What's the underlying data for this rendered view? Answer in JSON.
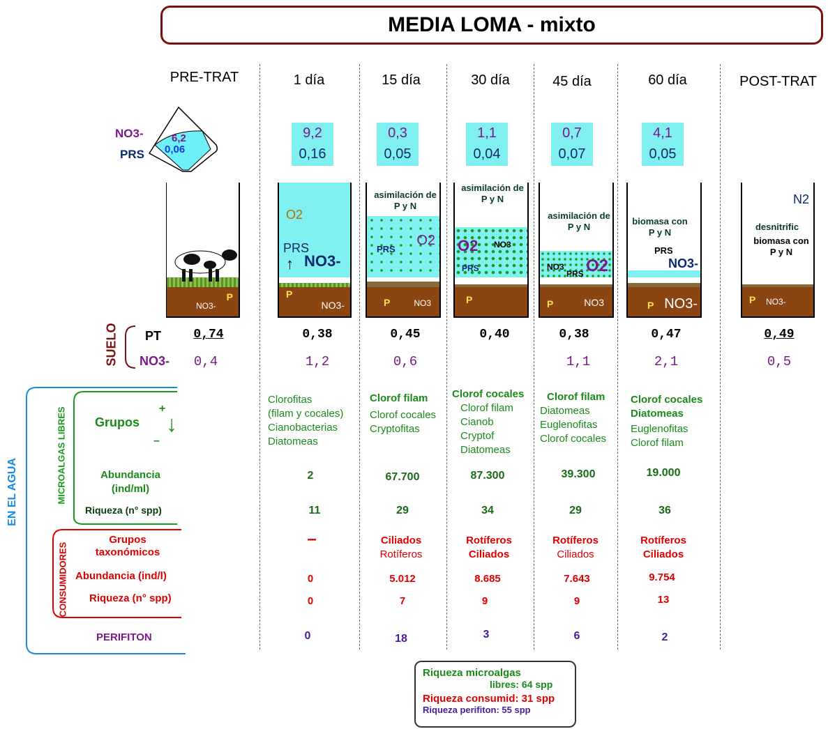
{
  "title": "MEDIA LOMA - mixto",
  "columns": [
    "PRE-TRAT",
    "1 día",
    "15 día",
    "30 día",
    "45 día",
    "60 día",
    "POST-TRAT"
  ],
  "water": {
    "no3_label": "NO3-",
    "prs_label": "PRS",
    "pre": {
      "no3": "6,2",
      "prs": "0,06"
    },
    "values": [
      {
        "no3": "9,2",
        "prs": "0,16"
      },
      {
        "no3": "0,3",
        "prs": "0,05"
      },
      {
        "no3": "1,1",
        "prs": "0,04"
      },
      {
        "no3": "0,7",
        "prs": "0,07"
      },
      {
        "no3": "4,1",
        "prs": "0,05"
      }
    ]
  },
  "beakers": {
    "d1": {
      "o2": "O2",
      "prs": "PRS",
      "no3": "NO3-",
      "p": "P",
      "soil_no3": "NO3-"
    },
    "d15": {
      "caption": "asimilación de P y N",
      "prs": "PRS",
      "o2": "O2",
      "p": "P",
      "soil_no3": "NO3"
    },
    "d30": {
      "caption": "asimilación de P y N",
      "o2": "O2",
      "no3": "NO3",
      "prs": "PRS",
      "p": "P"
    },
    "d45": {
      "caption": "asimilación de P y N",
      "no3": "NO3",
      "prs": "PRS",
      "o2": "O2",
      "p": "P",
      "soil_no3": "NO3"
    },
    "d60": {
      "caption": "biomasa con P y N",
      "prs": "PRS",
      "no3": "NO3-",
      "p": "P",
      "soil_no3": "NO3-"
    },
    "post": {
      "n2": "N2",
      "caption1": "desnitrific",
      "caption2": "biomasa con P y N",
      "p": "P",
      "soil_no3": "NO3-"
    },
    "pre": {
      "p": "P",
      "soil_no3": "NO3-"
    }
  },
  "suelo": {
    "label": "SUELO",
    "pt_label": "PT",
    "no3_label": "NO3-",
    "pt": [
      "0,74",
      "0,38",
      "0,45",
      "0,40",
      "0,38",
      "0,47",
      "0,49"
    ],
    "no3": [
      "0,4",
      "1,2",
      "0,6",
      "",
      "1,1",
      "2,1",
      "0,5"
    ]
  },
  "agua_label": "EN EL AGUA",
  "micro_label": "MICROALGAS LIBRES",
  "cons_label": "CONSUMIDORES",
  "micro": {
    "grupos_label": "Grupos",
    "plus": "+",
    "minus": "–",
    "abund_label": "Abundancia (ind/ml)",
    "riq_label": "Riqueza (n° spp)",
    "groups": [
      [
        "Clorofitas",
        "(filam y cocales)",
        "Cianobacterias",
        "Diatomeas"
      ],
      [
        "Clorof filam",
        "Clorof cocales",
        "Cryptofitas"
      ],
      [
        "Clorof cocales",
        "Clorof filam",
        "Cianob",
        "Cryptof",
        "Diatomeas"
      ],
      [
        "Clorof filam",
        "Diatomeas",
        "Euglenofitas",
        "Clorof cocales"
      ],
      [
        "Clorof cocales",
        "Diatomeas",
        "Euglenofitas",
        "Clorof filam"
      ]
    ],
    "abund": [
      "2",
      "67.700",
      "87.300",
      "39.300",
      "19.000"
    ],
    "riq": [
      "11",
      "29",
      "34",
      "29",
      "36"
    ]
  },
  "cons": {
    "grupos_label": "Grupos taxonómicos",
    "abund_label": "Abundancia (ind/l)",
    "riq_label": "Riqueza (n° spp)",
    "groups": [
      [
        "–"
      ],
      [
        "Ciliados",
        "Rotíferos"
      ],
      [
        "Rotíferos",
        "Ciliados"
      ],
      [
        "Rotíferos",
        "Ciliados"
      ],
      [
        "Rotíferos",
        "Ciliados"
      ]
    ],
    "abund": [
      "0",
      "5.012",
      "8.685",
      "7.643",
      "9.754"
    ],
    "riq": [
      "0",
      "7",
      "9",
      "9",
      "13"
    ]
  },
  "perif": {
    "label": "PERIFITON",
    "values": [
      "0",
      "18",
      "3",
      "6",
      "2"
    ]
  },
  "summary": {
    "micro": "Riqueza microalgas libres: 64 spp",
    "micro_a": "Riqueza microalgas",
    "micro_b": "libres: 64 spp",
    "cons": "Riqueza consumid: 31 spp",
    "perif": "Riqueza perifiton: 55 spp"
  }
}
